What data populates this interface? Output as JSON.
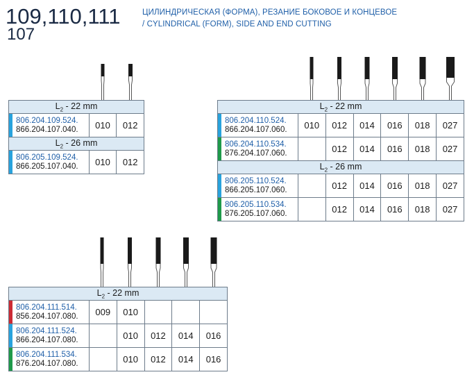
{
  "header": {
    "codes": "109,110,111",
    "sub_code": "107",
    "title_ru": "ЦИЛИНДРИЧЕСКАЯ (ФОРМА), РЕЗАНИЕ БОКОВОЕ И КОНЦЕВОЕ",
    "title_en": "/ CYLINDRICAL (FORM), SIDE AND END CUTTING"
  },
  "colors": {
    "blue": "#29a3dd",
    "green": "#1f9a4a",
    "red": "#cc2c35",
    "band": "#dbe9f4"
  },
  "l2_prefix": "L",
  "l2_sub": "2",
  "blockA": {
    "l2_22": " - 22 mm",
    "l2_26": " - 26 mm",
    "rows": [
      {
        "code1": "806.204.109.524.",
        "code2": "866.204.107.040.",
        "vals": [
          "010",
          "012"
        ]
      },
      {
        "code1": "806.205.109.524.",
        "code2": "866.205.107.040.",
        "vals": [
          "010",
          "012"
        ]
      }
    ]
  },
  "blockB": {
    "l2_22": " - 22 mm",
    "l2_26": " - 26 mm",
    "rows": [
      {
        "code1": "806.204.110.524.",
        "code2": "866.204.107.060.",
        "vals": [
          "010",
          "012",
          "014",
          "016",
          "018",
          "027"
        ]
      },
      {
        "code1": "806.204.110.534.",
        "code2": "876.204.107.060.",
        "vals": [
          "",
          "012",
          "014",
          "016",
          "018",
          "027"
        ]
      },
      {
        "code1": "806.205.110.524.",
        "code2": "866.205.107.060.",
        "vals": [
          "",
          "012",
          "014",
          "016",
          "018",
          "027"
        ]
      },
      {
        "code1": "806.205.110.534.",
        "code2": "876.205.107.060.",
        "vals": [
          "",
          "012",
          "014",
          "016",
          "018",
          "027"
        ]
      }
    ]
  },
  "blockC": {
    "l2_22": " - 22 mm",
    "rows": [
      {
        "code1": "806.204.111.514.",
        "code2": "856.204.107.080.",
        "vals": [
          "009",
          "010",
          "",
          "",
          ""
        ]
      },
      {
        "code1": "806.204.111.524.",
        "code2": "866.204.107.080.",
        "vals": [
          "",
          "010",
          "012",
          "014",
          "016"
        ]
      },
      {
        "code1": "806.204.111.534.",
        "code2": "876.204.107.080.",
        "vals": [
          "",
          "010",
          "012",
          "014",
          "016"
        ]
      }
    ]
  }
}
